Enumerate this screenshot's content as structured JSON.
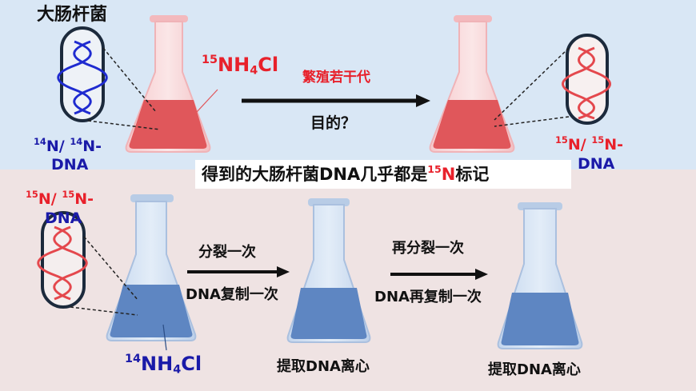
{
  "top": {
    "bacteria_label": "大肠杆菌",
    "medium_iso": "15",
    "medium_formula_a": "NH",
    "medium_formula_sub": "4",
    "medium_formula_b": "Cl",
    "arrow_label_top": "繁殖若干代",
    "arrow_label_bottom": "目的？",
    "left_dna": {
      "iso1": "14",
      "sep": "N/ ",
      "iso2": "14",
      "tail": "N-",
      "dna": "DNA"
    },
    "right_dna": {
      "iso1": "15",
      "sep": "N/ ",
      "iso2": "15",
      "tail": "N-",
      "dna": "DNA"
    }
  },
  "banner": {
    "text_before": "得到的大肠杆菌DNA几乎都是",
    "iso": "15",
    "element": "N",
    "text_after": "标记"
  },
  "bottom": {
    "left_dna": {
      "iso1": "15",
      "sep": "N/ ",
      "iso2": "15",
      "tail": "N-",
      "dna": "DNA"
    },
    "medium_iso": "14",
    "medium_formula_a": "NH",
    "medium_formula_sub": "4",
    "medium_formula_b": "Cl",
    "arrow1_top": "分裂一次",
    "arrow1_bottom": "DNA复制一次",
    "arrow2_top": "再分裂一次",
    "arrow2_bottom": "DNA再复制一次",
    "extract_label_1": "提取DNA离心",
    "extract_label_2": "提取DNA离心"
  },
  "colors": {
    "top_background": "#d9e7f5",
    "bottom_background": "#efe3e3",
    "red_liquid": "#e0575b",
    "blue_liquid": "#5e86c2",
    "label_red": "#e8212b",
    "label_blue": "#1a1aa8"
  }
}
